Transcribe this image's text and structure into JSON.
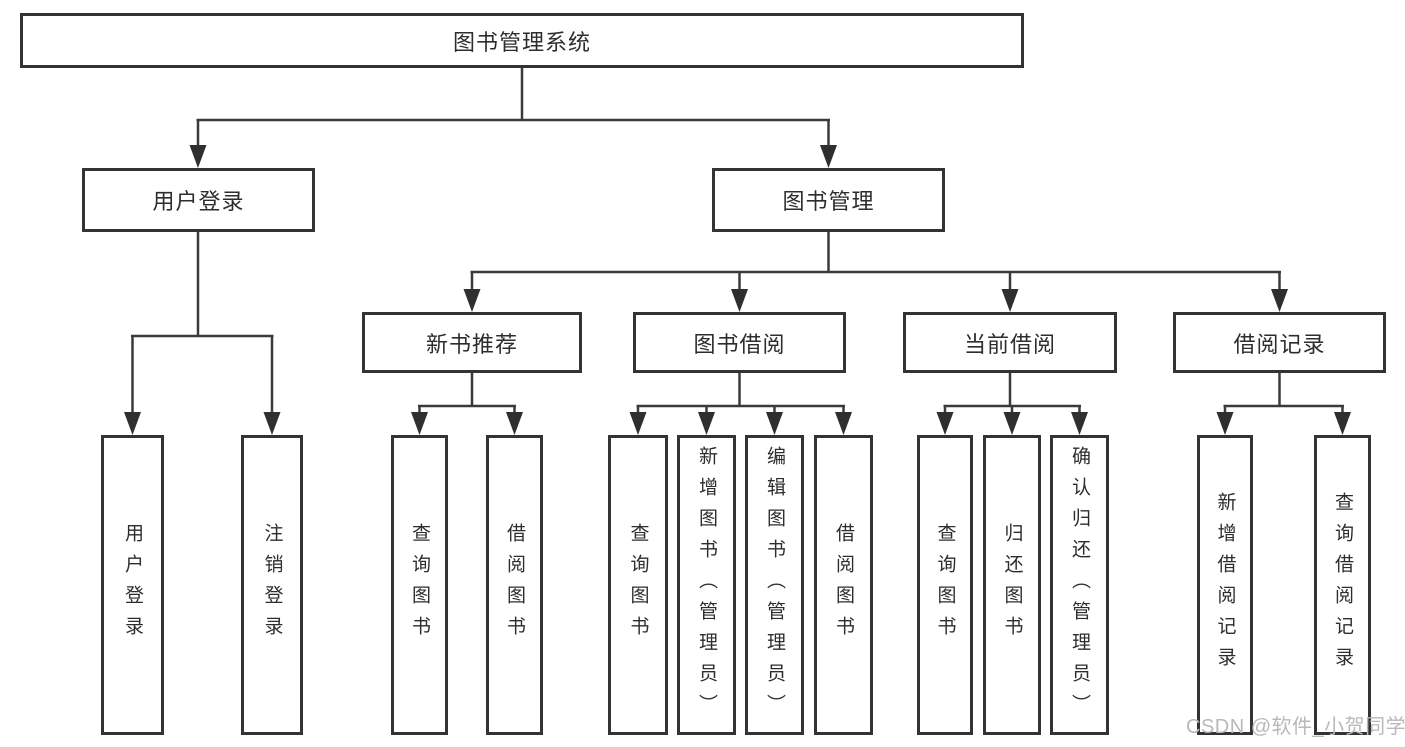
{
  "title": "图书管理系统",
  "watermark": "CSDN @软件_小贺同学",
  "colors": {
    "line": "#3a3a3a",
    "arrow": "#2f2f2f",
    "box_border": "#333333",
    "text": "#2d2d2d",
    "watermark_text": "#b9b9b9",
    "background": "#ffffff"
  },
  "tree": {
    "root": {
      "label": "图书管理系统"
    },
    "branches": [
      {
        "label": "用户登录",
        "children": [
          {
            "label": "用户登录"
          },
          {
            "label": "注销登录"
          }
        ]
      },
      {
        "label": "图书管理",
        "groups": [
          {
            "label": "新书推荐",
            "children": [
              {
                "label": "查询图书"
              },
              {
                "label": "借阅图书"
              }
            ]
          },
          {
            "label": "图书借阅",
            "children": [
              {
                "label": "查询图书"
              },
              {
                "label": "新增图书（管理员）"
              },
              {
                "label": "编辑图书（管理员）"
              },
              {
                "label": "借阅图书"
              }
            ]
          },
          {
            "label": "当前借阅",
            "children": [
              {
                "label": "查询图书"
              },
              {
                "label": "归还图书"
              },
              {
                "label": "确认归还（管理员）"
              }
            ]
          },
          {
            "label": "借阅记录",
            "children": [
              {
                "label": "新增借阅记录"
              },
              {
                "label": "查询借阅记录"
              }
            ]
          }
        ]
      }
    ]
  }
}
